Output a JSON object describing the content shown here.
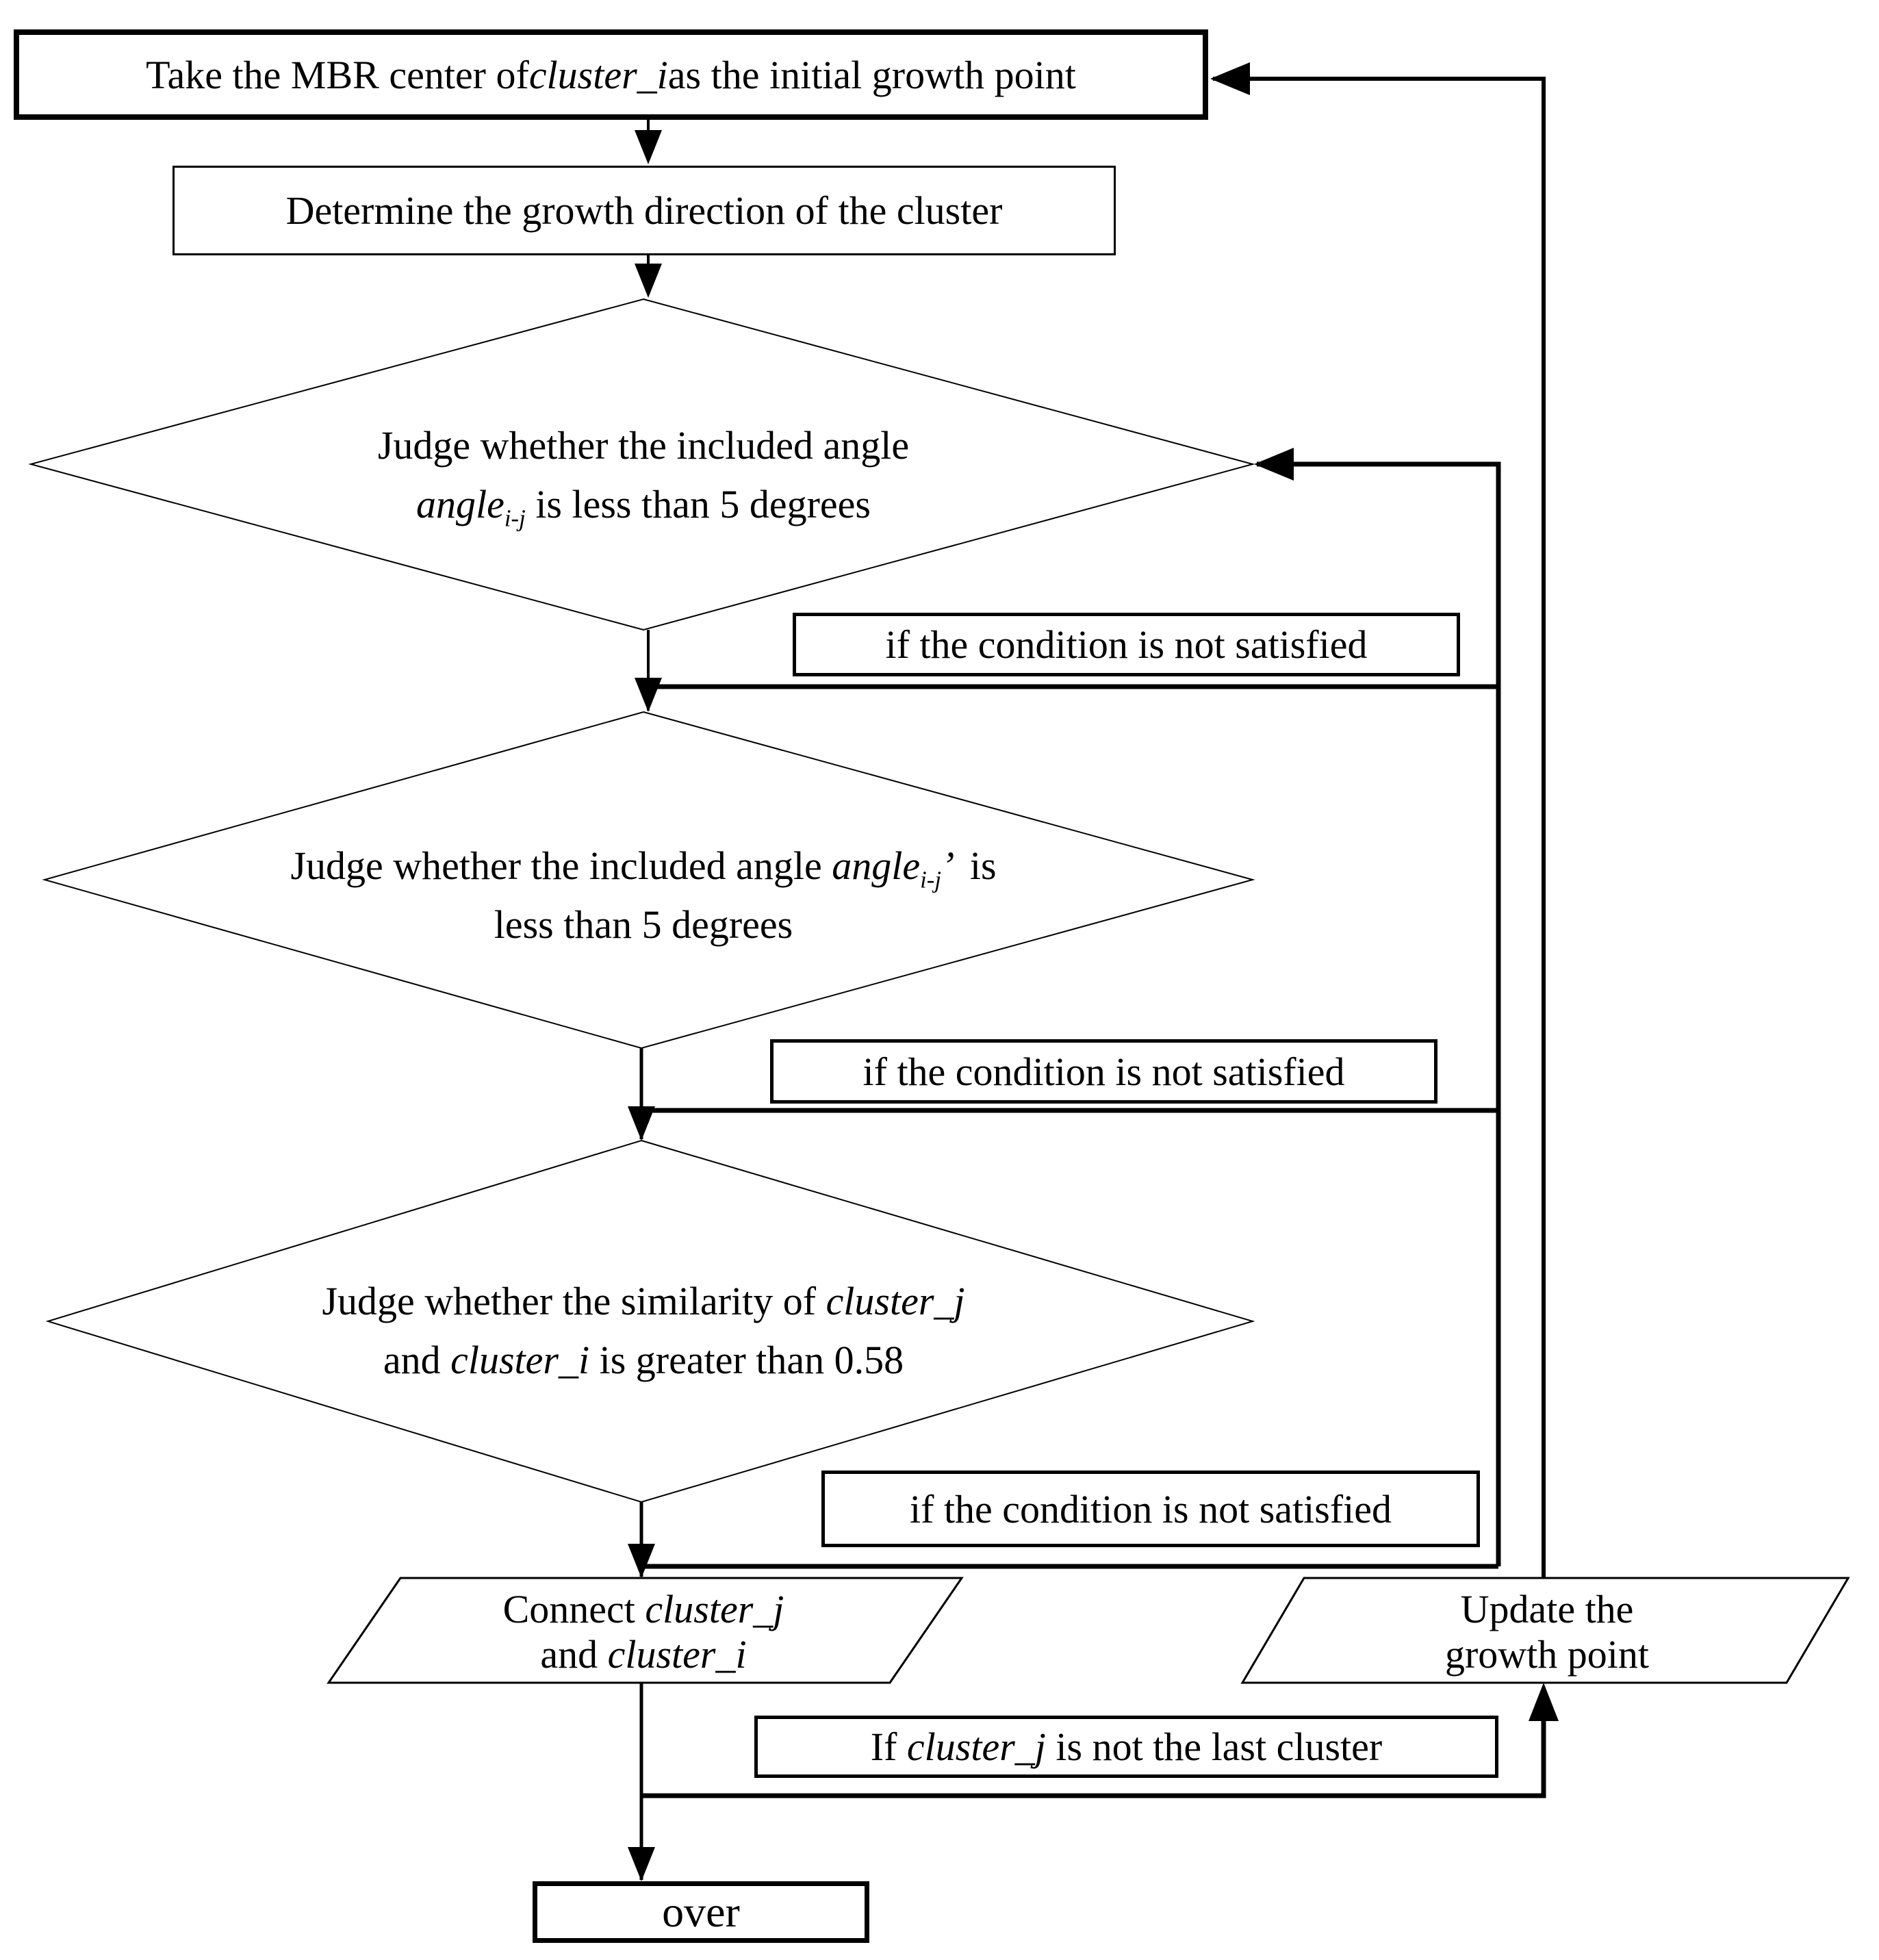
{
  "figure": {
    "type": "flowchart",
    "description_visible_only": true
  },
  "colors": {
    "ink": "#000000",
    "background": "#ffffff"
  },
  "nodes": {
    "start": {
      "pre": "Take the MBR center of ",
      "var": "cluster_i",
      "post": " as the initial growth point"
    },
    "determine": {
      "label": "Determine the growth direction of the cluster"
    },
    "decision_angle": {
      "line1": "Judge whether the included angle",
      "var": "angle",
      "sub": "i-j",
      "post": " is less than 5 degrees"
    },
    "decision_angle_prime": {
      "line1_pre": "Judge whether the included angle ",
      "var": "angle",
      "sub": "i-j",
      "prime": "’",
      "line1_post": "  is",
      "line2": "less than 5 degrees"
    },
    "decision_similarity": {
      "line1_pre": "Judge whether the similarity of ",
      "line1_var": "cluster_j",
      "line2_pre": "and ",
      "line2_var": "cluster_i",
      "line2_post": " is greater than 0.58"
    },
    "connect": {
      "line1_pre": "Connect ",
      "line1_var": "cluster_j",
      "line2_pre": "and ",
      "line2_var": "cluster_i"
    },
    "update": {
      "line1": "Update the",
      "line2": "growth point"
    },
    "over": {
      "label": "over"
    }
  },
  "edge_labels": {
    "not_satisfied_1": "if the condition is not satisfied",
    "not_satisfied_2": "if the condition is not satisfied",
    "not_satisfied_3": "if the condition is not satisfied",
    "not_last": {
      "pre": "If ",
      "var": "cluster_j",
      "post": " is not the last cluster"
    }
  }
}
